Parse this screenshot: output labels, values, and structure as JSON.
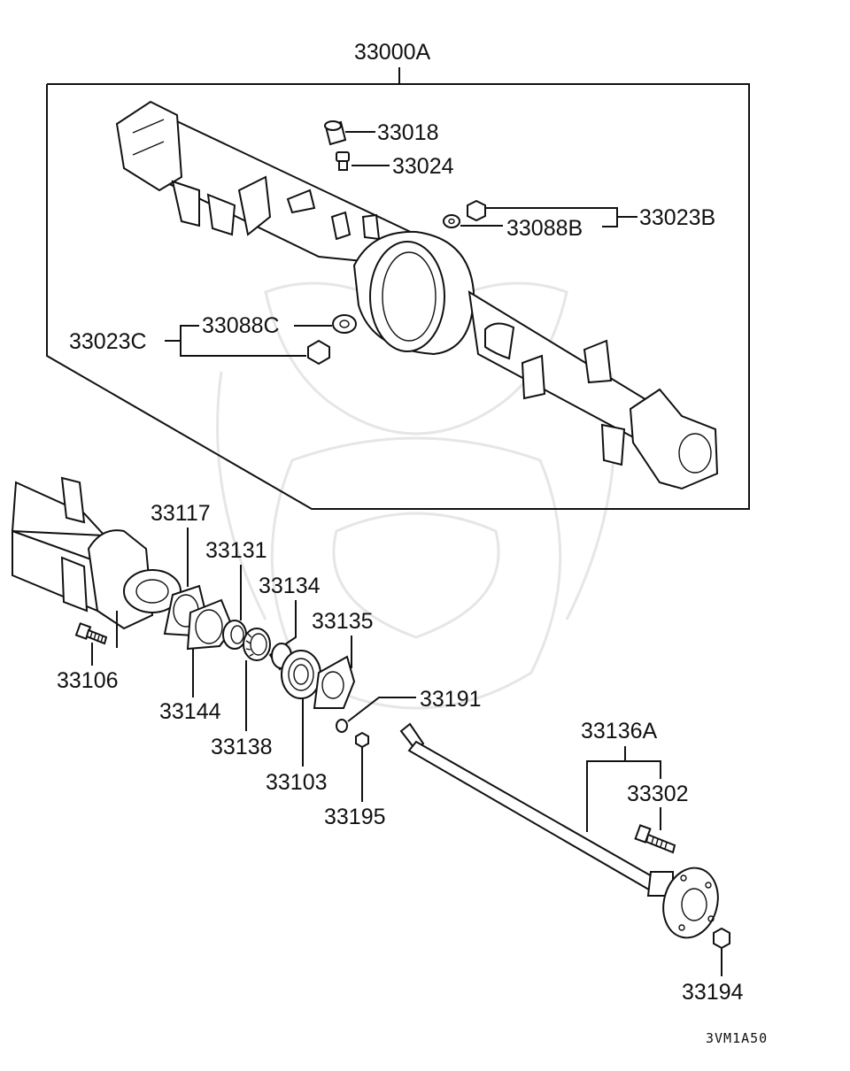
{
  "assembly_label": "33000A",
  "housing_parts": {
    "p33018": "33018",
    "p33024": "33024",
    "p33023B": "33023B",
    "p33088B": "33088B",
    "p33088C": "33088C",
    "p33023C": "33023C"
  },
  "axle_parts": {
    "p33117": "33117",
    "p33131": "33131",
    "p33134": "33134",
    "p33135": "33135",
    "p33106": "33106",
    "p33144": "33144",
    "p33191": "33191",
    "p33138": "33138",
    "p33103": "33103",
    "p33195": "33195",
    "p33136A": "33136A",
    "p33302": "33302",
    "p33194": "33194"
  },
  "diagram_code": "3VM1A50",
  "colors": {
    "ink": "#111111",
    "watermark": "#e6e6e6",
    "background": "#ffffff"
  }
}
